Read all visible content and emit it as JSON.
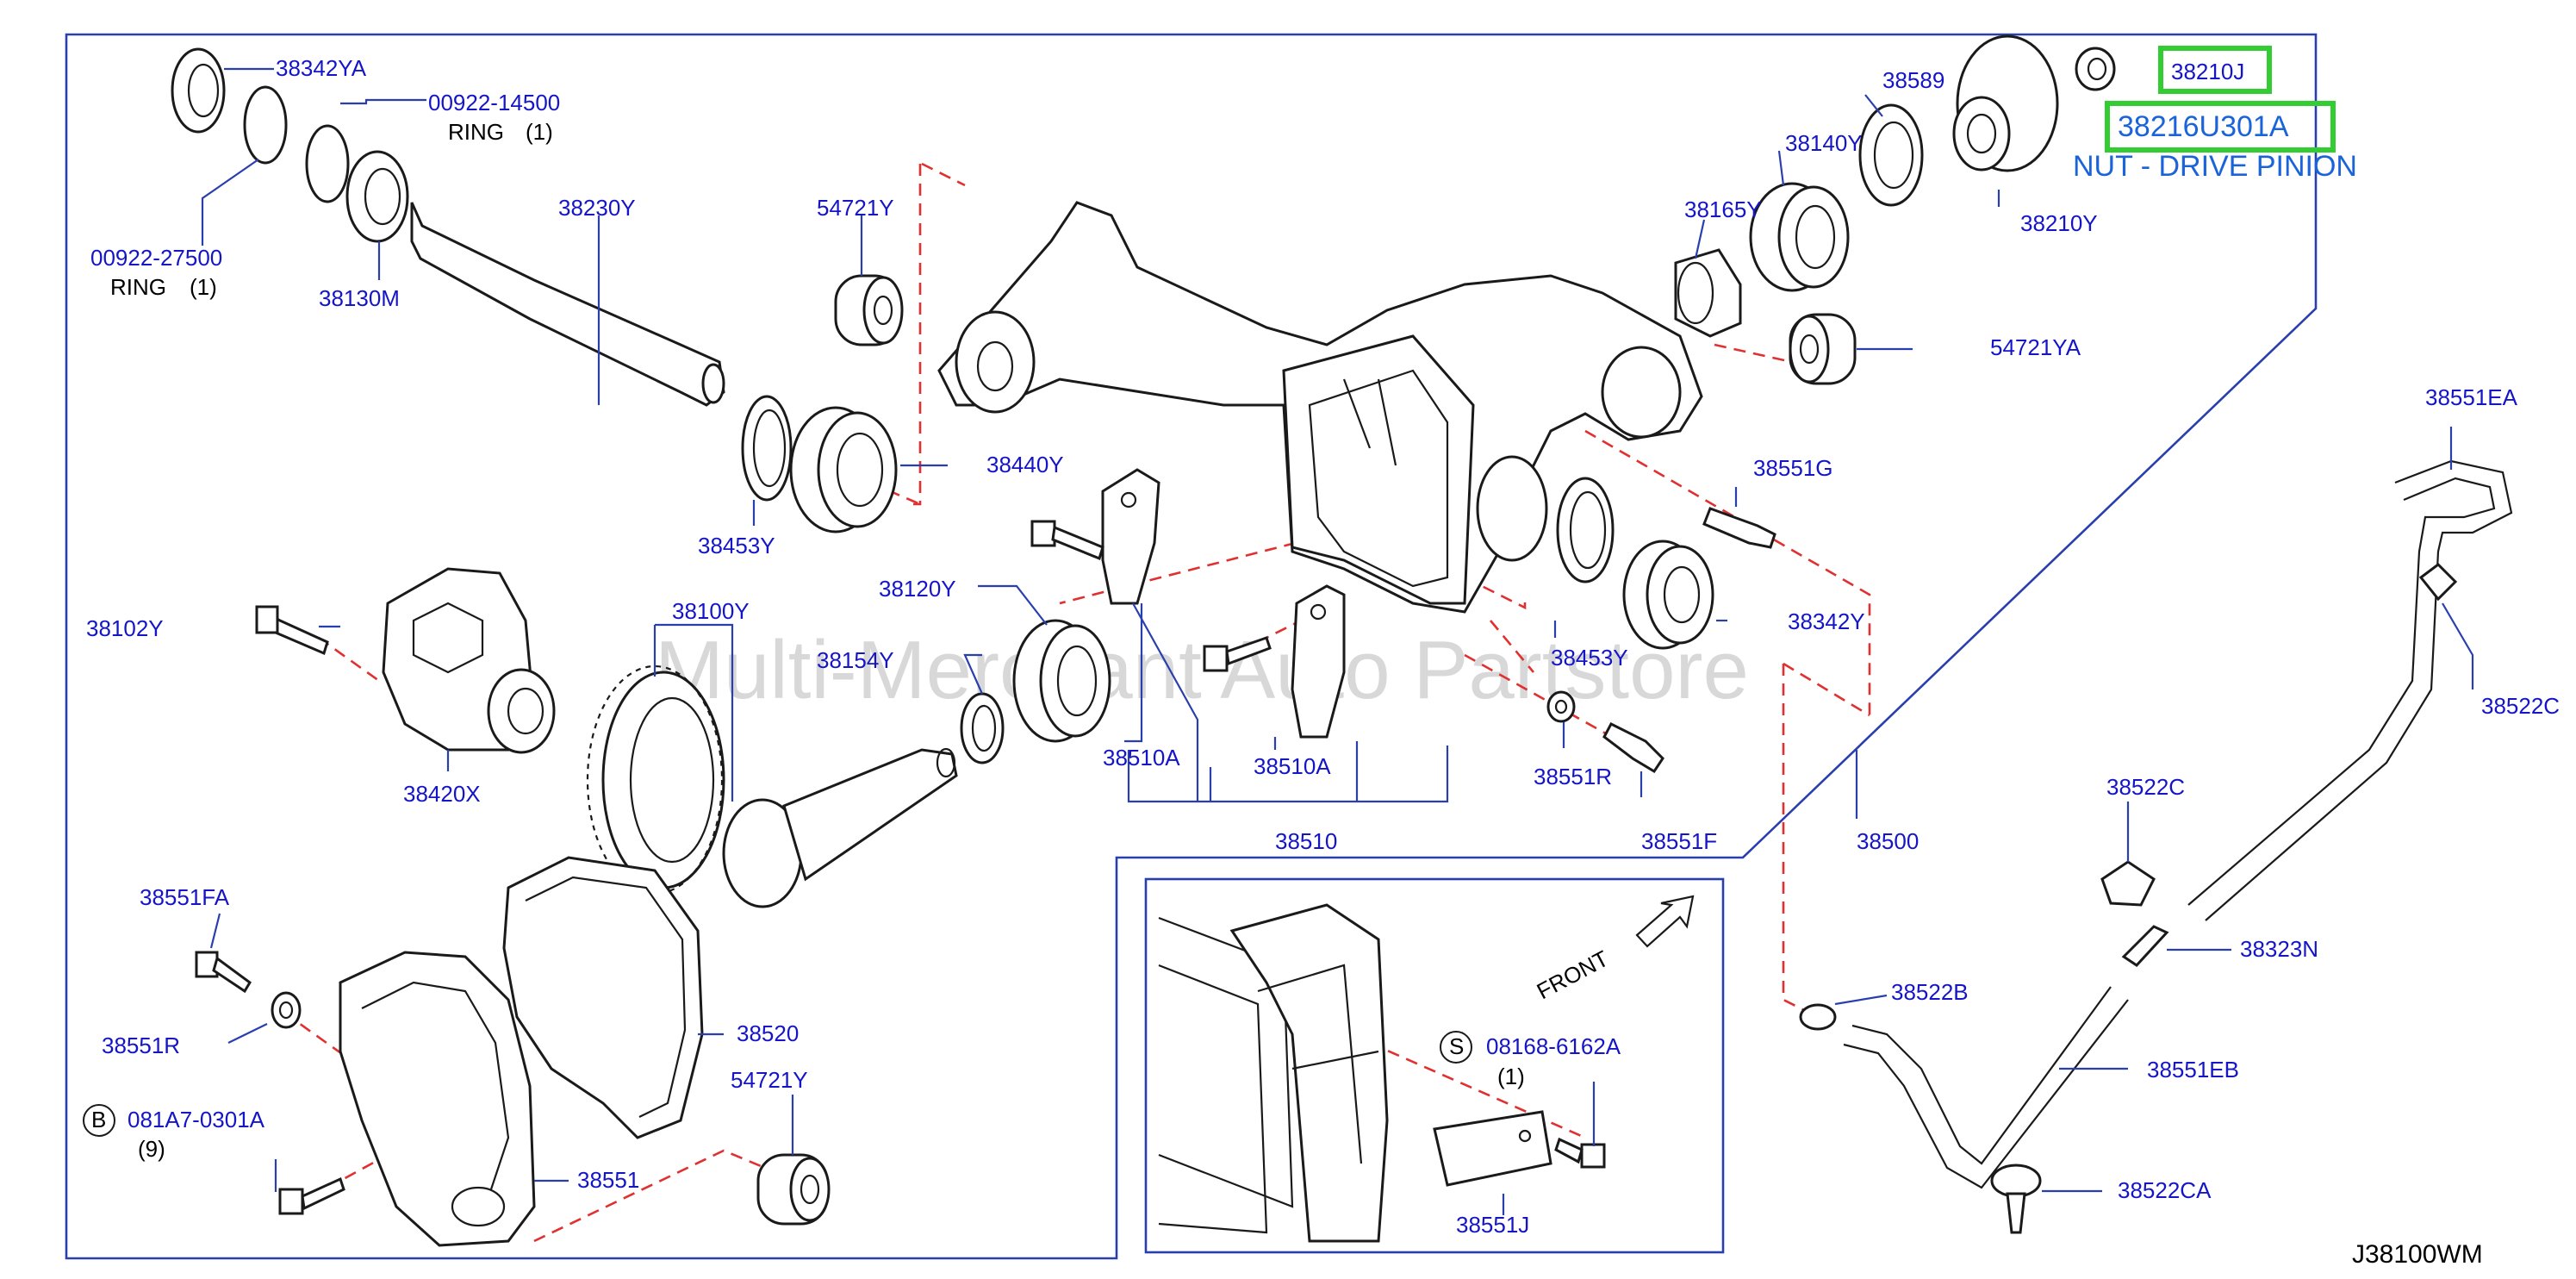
{
  "watermark": "Multi-Merchant Auto Partstore",
  "diagram_code": "J38100WM",
  "highlight": {
    "nut_code": "38210J",
    "part_number": "38216U301A",
    "description": "NUT - DRIVE PINION"
  },
  "labels": {
    "p38342YA": "38342YA",
    "p00922_14500": "00922-14500",
    "ring1_a": "RING",
    "ring1_a_qty": "(1)",
    "p00922_27500": "00922-27500",
    "ring1_b": "RING",
    "ring1_b_qty": "(1)",
    "p38230Y": "38230Y",
    "p38130M": "38130M",
    "p54721Y_top": "54721Y",
    "p38440Y": "38440Y",
    "p38453Y_left": "38453Y",
    "p38589": "38589",
    "p38140Y": "38140Y",
    "p38165Y": "38165Y",
    "p38210Y": "38210Y",
    "p54721YA": "54721YA",
    "p38551EA": "38551EA",
    "p38551G": "38551G",
    "p38102Y": "38102Y",
    "p38420X": "38420X",
    "p38100Y": "38100Y",
    "p38120Y": "38120Y",
    "p38154Y": "38154Y",
    "p38510A_left": "38510A",
    "p38510A_right": "38510A",
    "p38510": "38510",
    "p38453Y_right": "38453Y",
    "p38342Y": "38342Y",
    "p38522C_right": "38522C",
    "p38551R_right": "38551R",
    "p38551F": "38551F",
    "p38500": "38500",
    "p38522C_mid": "38522C",
    "p38323N": "38323N",
    "p38551FA": "38551FA",
    "p38551R_left": "38551R",
    "p38520": "38520",
    "b_code": "081A7-0301A",
    "b_qty": "(9)",
    "b_letter": "B",
    "p54721Y_bottom": "54721Y",
    "p38551": "38551",
    "front": "FRONT",
    "s_code": "08168-6162A",
    "s_qty": "(1)",
    "s_letter": "S",
    "p38551J": "38551J",
    "p38522B": "38522B",
    "p38551EB": "38551EB",
    "p38522CA": "38522CA"
  },
  "colors": {
    "part_label": "#1515c8",
    "highlight_box": "#33cc33",
    "highlight_text": "#1b63d9",
    "dashed_line": "#e03030"
  }
}
